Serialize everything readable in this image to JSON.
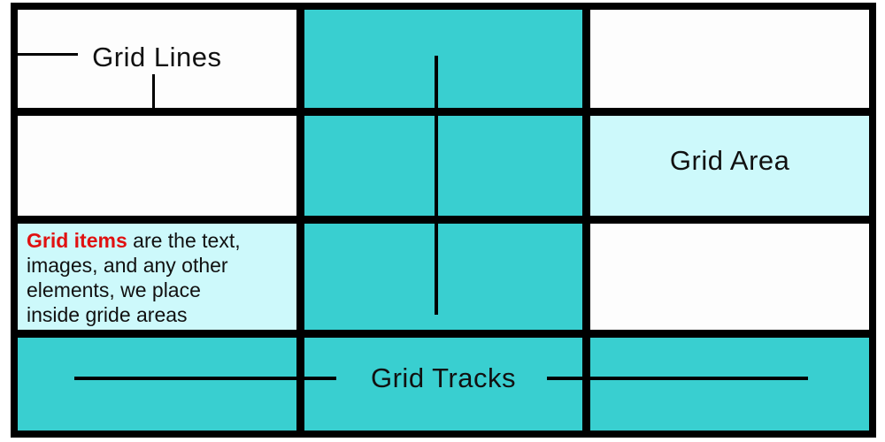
{
  "diagram": {
    "title_concept": "CSS Grid terminology diagram",
    "labels": {
      "grid_lines": "Grid Lines",
      "grid_area": "Grid Area",
      "grid_tracks": "Grid Tracks"
    },
    "grid_items_note": {
      "highlight": "Grid items",
      "line1_rest": " are the text,",
      "line2": "images, and any other",
      "line3": "elements, we place",
      "line4": "inside gride areas"
    },
    "colors": {
      "teal_cell": "#39cfd0",
      "light_cyan_cell": "#cdf9fb",
      "white_cell": "#fdfdfd",
      "grid_line_black": "#000000",
      "highlight_red": "#e01111",
      "text_black": "#111111",
      "page_background": "#ffffff"
    },
    "structure": {
      "columns": 3,
      "rows": 4,
      "cell_fill_matrix": [
        [
          "white",
          "teal",
          "white"
        ],
        [
          "white",
          "teal",
          "light_cyan"
        ],
        [
          "light_cyan",
          "teal",
          "white"
        ],
        [
          "teal",
          "teal",
          "teal"
        ]
      ]
    }
  }
}
